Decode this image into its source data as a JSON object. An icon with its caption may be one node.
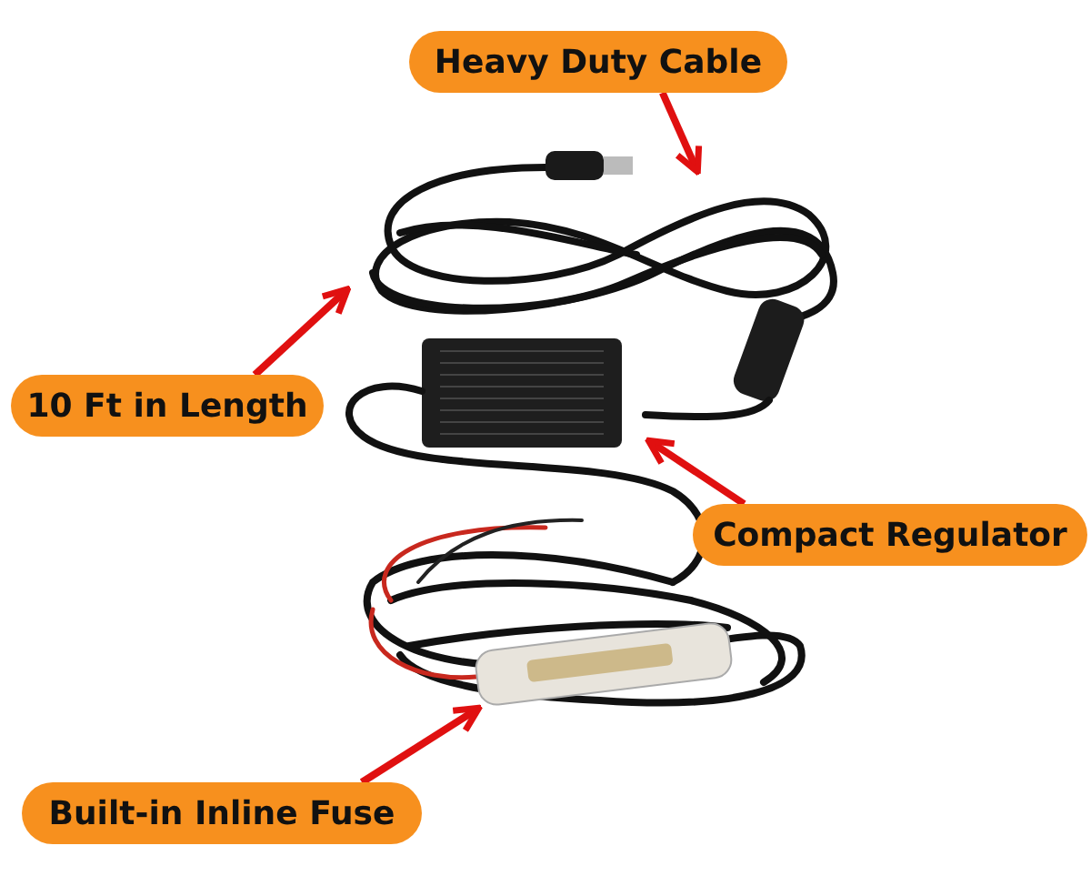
{
  "diagram": {
    "nodes": [
      {
        "text": [
          "Heavy Duty Cable"
        ]
      },
      {
        "text": [
          "10 Ft in Length"
        ]
      },
      {
        "text": [
          "Compact Regulator"
        ]
      },
      {
        "text": [
          "Built-in Inline Fuse"
        ]
      }
    ],
    "edges": [
      {
        "from": 0,
        "to": null,
        "arrow": "to"
      },
      {
        "from": 1,
        "to": null,
        "arrow": "to"
      },
      {
        "from": 2,
        "to": null,
        "arrow": "to"
      },
      {
        "from": 3,
        "to": null,
        "arrow": "to"
      }
    ]
  }
}
